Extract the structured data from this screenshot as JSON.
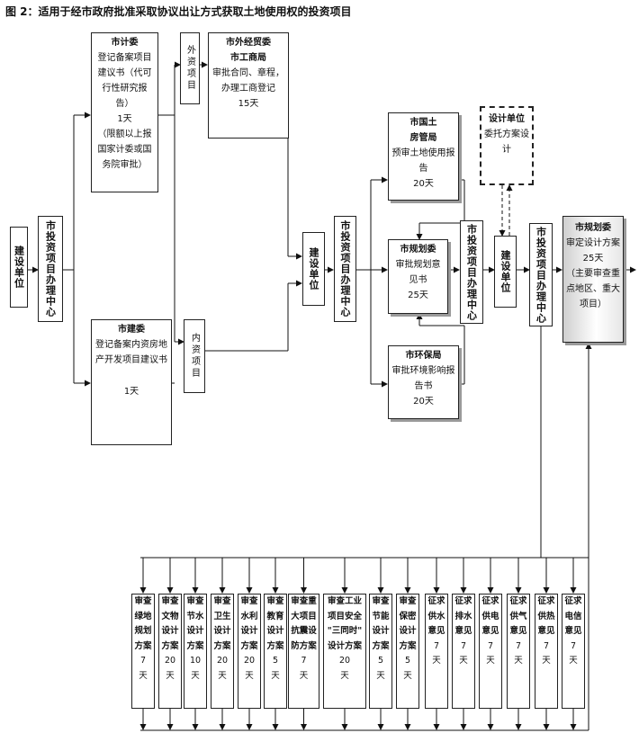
{
  "title": "图 2：适用于经市政府批准采取协议出让方式获取土地使用权的投资项目",
  "nodes": {
    "builder1": "建设单位",
    "center1": "市投资项目办理中心",
    "jiwei": {
      "head": "市计委",
      "body": "登记备案项目建议书（代可行性研究报告）\n1天\n（限额以上报国家计委或国务院审批）"
    },
    "foreign_invest": "外资项目",
    "waijingmao": {
      "head": "市外经贸委\n市工商局",
      "body": "审批合同、章程，办理工商登记\n15天"
    },
    "jianwei": {
      "head": "市建委",
      "body": "登记备案内资房地产开发项目建议书",
      "days": "1天"
    },
    "domestic_invest": "内资项目",
    "builder2": "建设单位",
    "center2": "市投资项目办理中心",
    "fangguan": {
      "head": "市国土\n房管局",
      "body": "预审土地使用报告\n20天"
    },
    "guihua1": {
      "head": "市规划委",
      "body": "审批规划意见书\n25天"
    },
    "huanbao": {
      "head": "市环保局",
      "body": "审批环境影响报告书\n20天"
    },
    "center3": "市投资项目办理中心",
    "builder3": "建设单位",
    "design_unit": {
      "head": "设计单位",
      "body": "委托方案设计"
    },
    "center4": "市投资项目办理中心",
    "guihua2": {
      "head": "市规划委",
      "body": "审定设计方案\n25天\n（主要审查重点地区、重大项目）"
    }
  },
  "bottom_items": [
    {
      "head": "审查\n绿地\n规划\n方案",
      "days": "7\n天"
    },
    {
      "head": "审查\n文物\n设计\n方案",
      "days": "20\n天"
    },
    {
      "head": "审查\n节水\n设计\n方案",
      "days": "10\n天"
    },
    {
      "head": "审查\n卫生\n设计\n方案",
      "days": "20\n天"
    },
    {
      "head": "审查\n水利\n设计\n方案",
      "days": "20\n天"
    },
    {
      "head": "审查\n教育\n设计\n方案",
      "days": "5\n天"
    },
    {
      "head": "审查重\n大项目\n抗震设\n防方案",
      "days": "7\n天"
    },
    {
      "head": "审查工业\n项目安全\n\"三同时\"\n设计方案",
      "days": "20\n天"
    },
    {
      "head": "审查\n节能\n设计\n方案",
      "days": "5\n天"
    },
    {
      "head": "审查\n保密\n设计\n方案",
      "days": "5\n天"
    },
    {
      "head": "征求\n供水\n意见",
      "days": "7\n天"
    },
    {
      "head": "征求\n排水\n意见",
      "days": "7\n天"
    },
    {
      "head": "征求\n供电\n意见",
      "days": "7\n天"
    },
    {
      "head": "征求\n供气\n意见",
      "days": "7\n天"
    },
    {
      "head": "征求\n供热\n意见",
      "days": "7\n天"
    },
    {
      "head": "征求\n电信\n意见",
      "days": "7\n天"
    }
  ]
}
